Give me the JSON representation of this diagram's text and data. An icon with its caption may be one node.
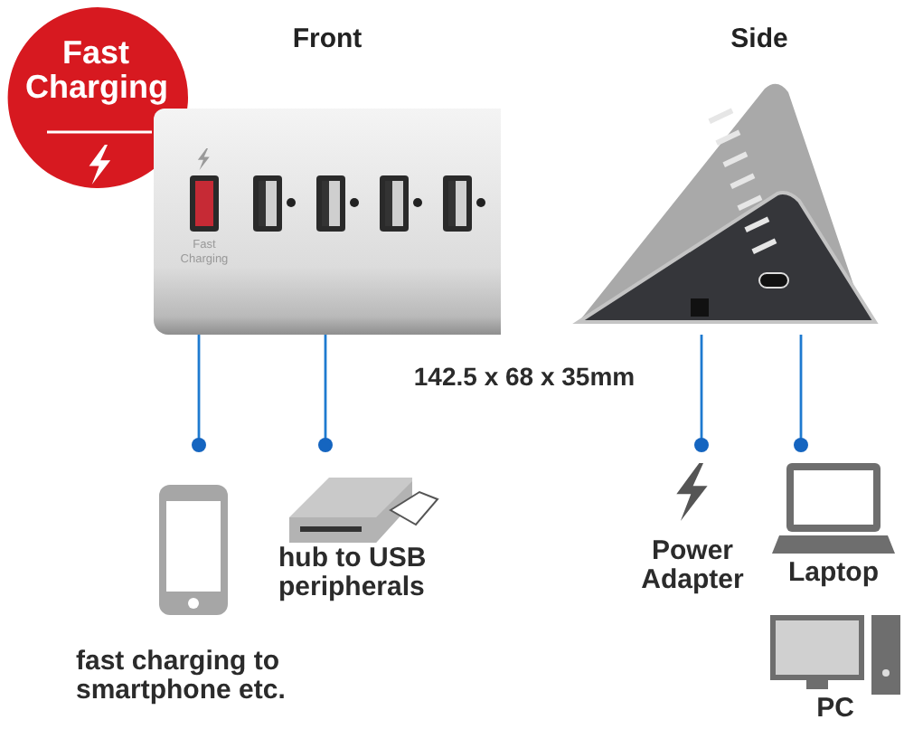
{
  "diagram": {
    "nodes": [
      {
        "text": [
          "Fast Charging"
        ]
      },
      {
        "text": [
          "Fast Charging"
        ],
        "beside": [
          "Front"
        ]
      },
      {
        "text": [],
        "shape": "picture",
        "beside": [
          "Side"
        ]
      },
      {
        "text": [
          "fast charging to smartphone etc."
        ]
      },
      {
        "text": [
          "hub to USB peripherals"
        ]
      },
      {
        "text": [
          "Power Adapter"
        ]
      },
      {
        "text": [
          "Laptop"
        ]
      },
      {
        "text": [
          "PC"
        ]
      }
    ],
    "edges": [
      {
        "from": 1,
        "to": 3,
        "arrow": "other"
      },
      {
        "from": 1,
        "to": 4,
        "arrow": "other"
      },
      {
        "from": 2,
        "to": 5,
        "arrow": "other"
      },
      {
        "from": 2,
        "to": 6,
        "arrow": "other"
      }
    ],
    "labels": [
      "142.5 x 68 x 35mm"
    ]
  }
}
